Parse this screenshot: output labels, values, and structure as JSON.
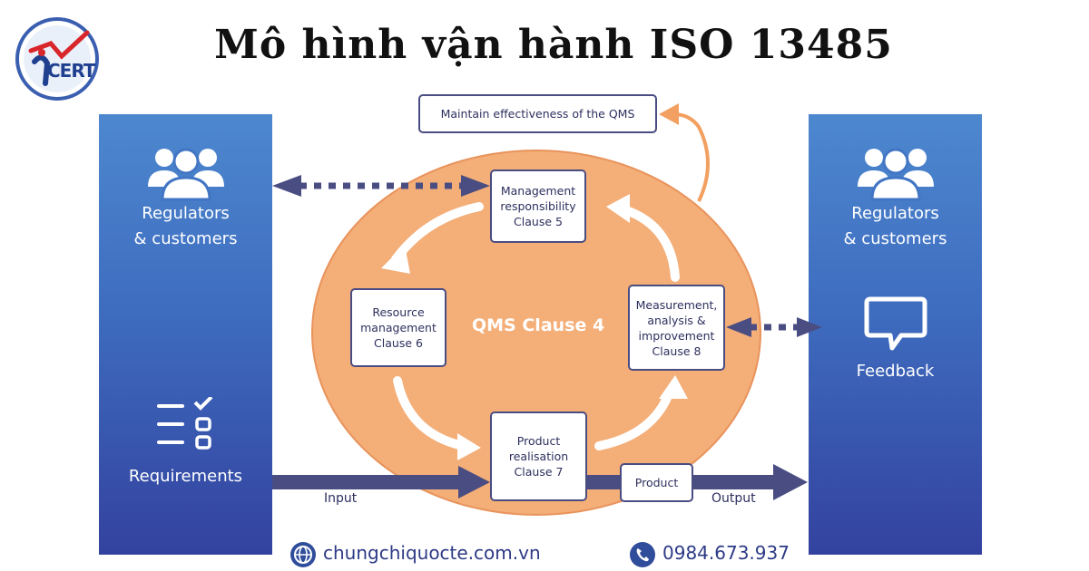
{
  "title": "Mô hình vận hành ISO 13485",
  "logo": {
    "text": "CERT"
  },
  "left_panel": {
    "top_label_line1": "Regulators",
    "top_label_line2": "& customers",
    "bottom_label": "Requirements"
  },
  "right_panel": {
    "top_label_line1": "Regulators",
    "top_label_line2": "& customers",
    "feedback_label": "Feedback"
  },
  "center": {
    "label": "QMS Clause 4"
  },
  "boxes": {
    "maintain": "Maintain effectiveness of the QMS",
    "management": "Management\nresponsibility\nClause 5",
    "resource": "Resource\nmanagement\nClause 6",
    "measurement": "Measurement,\nanalysis &\nimprovement\nClause 8",
    "product_realisation": "Product\nrealisation\nClause 7",
    "product": "Product"
  },
  "flow_labels": {
    "input": "Input",
    "output": "Output"
  },
  "footer": {
    "website": "chungchiquocte.com.vn",
    "phone": "0984.673.937"
  },
  "colors": {
    "panel_top": "#4d88cf",
    "panel_bottom": "#33429f",
    "oval": "#f4ae78",
    "arrow_dark": "#4a4d82",
    "arrow_orange": "#f2a061"
  }
}
